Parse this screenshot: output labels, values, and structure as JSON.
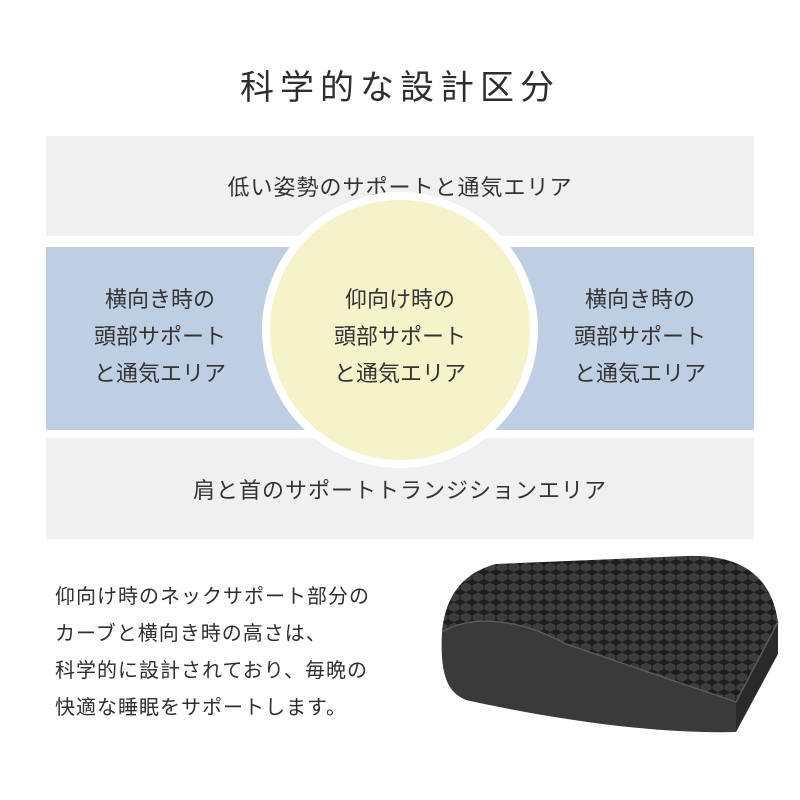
{
  "title": "科学的な設計区分",
  "zones": {
    "top_label": "低い姿勢のサポートと通気エリア",
    "left_lines": [
      "横向き時の",
      "頭部サポート",
      "と通気エリア"
    ],
    "center_lines": [
      "仰向け時の",
      "頭部サポート",
      "と通気エリア"
    ],
    "right_lines": [
      "横向き時の",
      "頭部サポート",
      "と通気エリア"
    ],
    "bottom_label": "肩と首のサポートトランジションエリア"
  },
  "description_lines": [
    "仰向け時のネックサポート部分の",
    "カーブと横向き時の高さは、",
    "科学的に設計されており、毎晩の",
    "快適な睡眠をサポートします。"
  ],
  "colors": {
    "gray_zone": "#f0f0f0",
    "blue_zone": "#bfcfe3",
    "center_circle": "#f6f2c9",
    "pillow": "#2a2a2a"
  }
}
